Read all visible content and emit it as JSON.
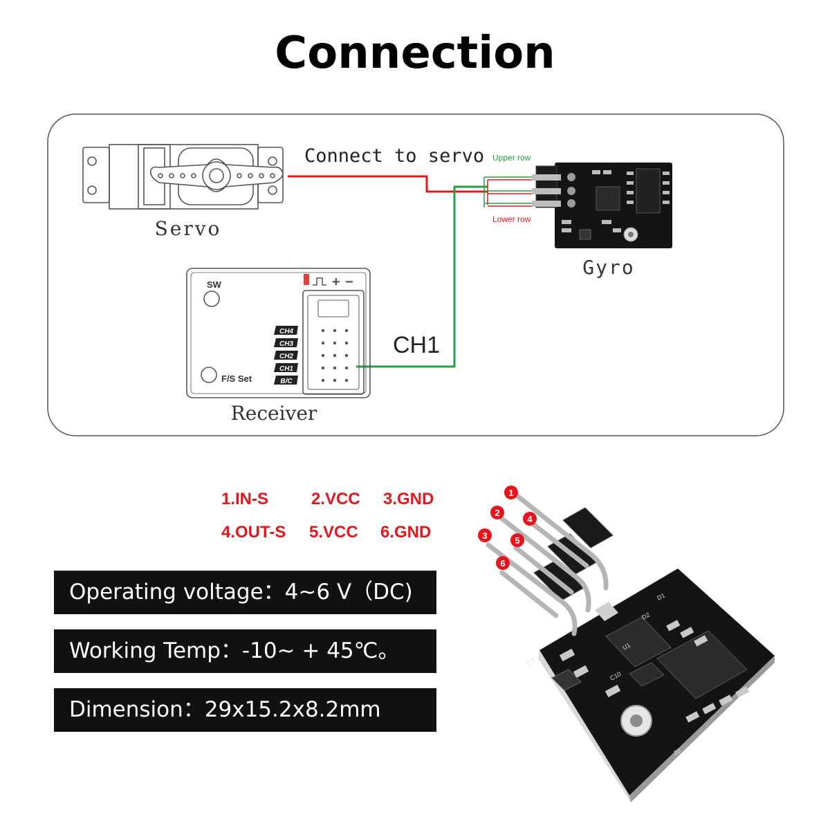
{
  "title": "Connection",
  "diagram": {
    "servo_wire_label": "Connect to servo",
    "servo_label": "Servo",
    "gyro_label": "Gyro",
    "receiver_label": "Receiver",
    "upper_row_label": "Upper row",
    "lower_row_label": "Lower row",
    "ch1_label": "CH1",
    "receiver": {
      "sw_label": "SW",
      "fs_label": "F/S Set",
      "channels": [
        "CH4",
        "CH3",
        "CH2",
        "CH1",
        "B/C"
      ],
      "polarity": [
        "+",
        "−"
      ]
    },
    "colors": {
      "servo_wire": "#e8141c",
      "signal_wire": "#1fa33a",
      "upper_row": "#1fa33a",
      "lower_row": "#e8141c"
    }
  },
  "pins": {
    "row1": [
      "1.IN-S",
      "2.VCC",
      "3.GND"
    ],
    "row2": [
      "4.OUT-S",
      "5.VCC",
      "6.GND"
    ],
    "color": "#e8141c"
  },
  "specs": [
    "Operating voltage：4~6 V（DC)",
    "Working Temp：-10~ + 45℃。",
    "Dimension：29x15.2x8.2mm"
  ],
  "photo": {
    "pin_numbers": [
      "1",
      "2",
      "3",
      "4",
      "5",
      "6"
    ],
    "board_labels": [
      "D1",
      "D2",
      "C10",
      "C7",
      "U1",
      "20"
    ]
  }
}
